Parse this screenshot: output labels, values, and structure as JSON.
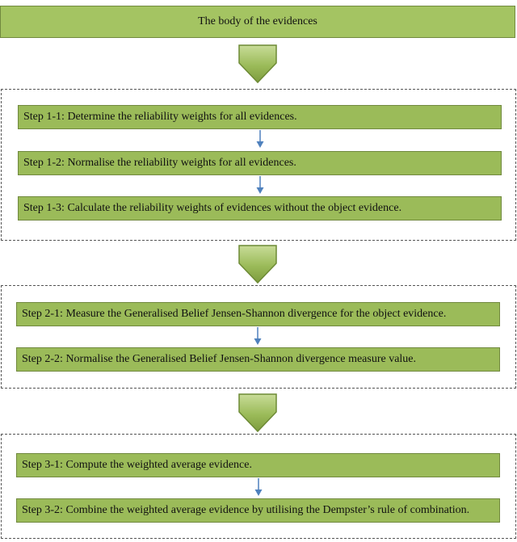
{
  "diagram": {
    "top_box": "The body of the evidences",
    "stage1": {
      "steps": [
        "Step 1-1: Determine the reliability weights for all evidences.",
        "Step 1-2: Normalise the reliability weights for all evidences.",
        "Step 1-3: Calculate the reliability weights of evidences without the object evidence."
      ]
    },
    "stage2": {
      "steps": [
        "Step 2-1: Measure the Generalised Belief Jensen-Shannon divergence for the object evidence.",
        "Step 2-2: Normalise the Generalised Belief Jensen-Shannon divergence measure value."
      ]
    },
    "stage3": {
      "steps": [
        "Step 3-1: Compute the weighted average evidence.",
        "Step 3-2: Combine the weighted average evidence by utilising the Dempster’s rule of combination."
      ]
    }
  },
  "colors": {
    "box_fill": "#9bbb59",
    "box_border": "#71893f",
    "chevron_fill": "#8fb04a",
    "connector": "#4f81bd",
    "dashed_border": "#555555"
  }
}
